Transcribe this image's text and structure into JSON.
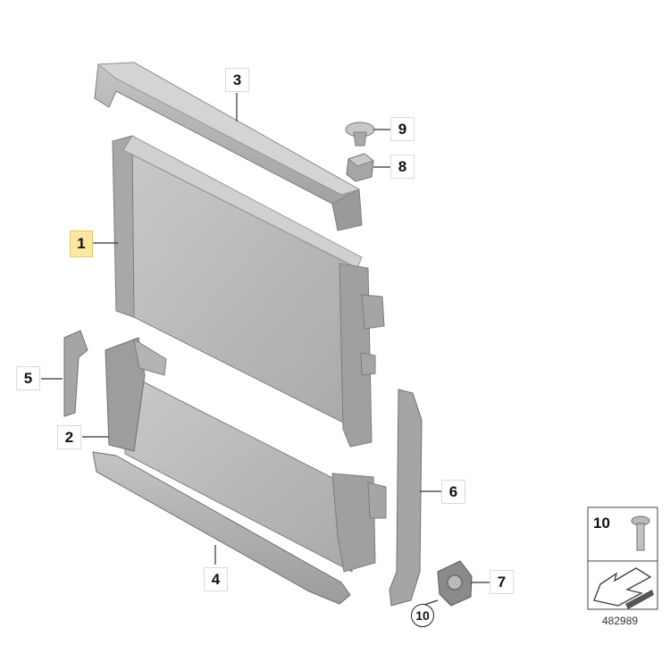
{
  "callouts": {
    "c1": "1",
    "c2": "2",
    "c3": "3",
    "c4": "4",
    "c5": "5",
    "c6": "6",
    "c7": "7",
    "c8": "8",
    "c9": "9",
    "c10": "10"
  },
  "legend": {
    "part_number": "10"
  },
  "reference_number": "482989",
  "colors": {
    "part_fill": "#b9b9b9",
    "part_dark": "#8f8f8f",
    "part_light": "#dcdcdc",
    "highlight": "#fbe7a0",
    "line": "#333333"
  }
}
